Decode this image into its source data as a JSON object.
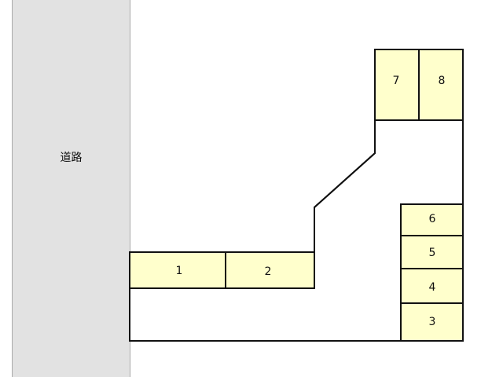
{
  "road": {
    "label": "道路",
    "color": "#e2e2e2"
  },
  "space_color": "#ffffcc",
  "spaces": [
    {
      "label": "1"
    },
    {
      "label": "2"
    },
    {
      "label": "3"
    },
    {
      "label": "4"
    },
    {
      "label": "5"
    },
    {
      "label": "6"
    },
    {
      "label": "7"
    },
    {
      "label": "8"
    }
  ]
}
